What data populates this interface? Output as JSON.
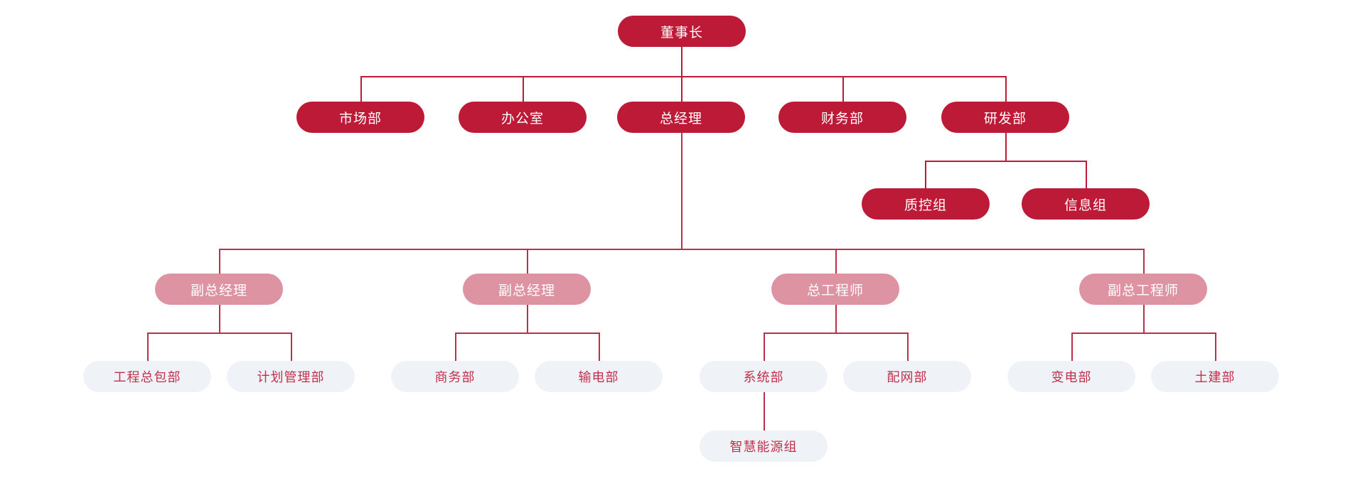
{
  "chart_data": {
    "type": "diagram",
    "title": "",
    "diagram_kind": "organization-chart",
    "orientation": "top-down",
    "colors": {
      "primary_node_fill": "#bd1a37",
      "primary_node_text": "#ffffff",
      "secondary_node_fill": "#de93a2",
      "secondary_node_text": "#ffffff",
      "leaf_node_fill": "#eff3f7",
      "leaf_node_text": "#c0304c",
      "connector": "#bd1a37",
      "background": "#ffffff"
    },
    "levels": [
      {
        "level": 0,
        "style": "primary",
        "nodes": [
          "董事长"
        ]
      },
      {
        "level": 1,
        "style": "primary",
        "nodes": [
          "市场部",
          "办公室",
          "总经理",
          "财务部",
          "研发部"
        ]
      },
      {
        "level": 2,
        "style": "primary",
        "nodes": [
          "质控组",
          "信息组"
        ]
      },
      {
        "level": 3,
        "style": "secondary",
        "nodes": [
          "副总经理",
          "副总经理",
          "总工程师",
          "副总工程师"
        ]
      },
      {
        "level": 4,
        "style": "leaf",
        "nodes": [
          "工程总包部",
          "计划管理部",
          "商务部",
          "输电部",
          "系统部",
          "配网部",
          "变电部",
          "土建部"
        ]
      },
      {
        "level": 5,
        "style": "leaf",
        "nodes": [
          "智慧能源组"
        ]
      }
    ],
    "edges": [
      {
        "from": "董事长",
        "to": "市场部"
      },
      {
        "from": "董事长",
        "to": "办公室"
      },
      {
        "from": "董事长",
        "to": "总经理"
      },
      {
        "from": "董事长",
        "to": "财务部"
      },
      {
        "from": "董事长",
        "to": "研发部"
      },
      {
        "from": "研发部",
        "to": "质控组"
      },
      {
        "from": "研发部",
        "to": "信息组"
      },
      {
        "from": "总经理",
        "to": "副总经理 (1)"
      },
      {
        "from": "总经理",
        "to": "副总经理 (2)"
      },
      {
        "from": "总经理",
        "to": "总工程师"
      },
      {
        "from": "总经理",
        "to": "副总工程师"
      },
      {
        "from": "副总经理 (1)",
        "to": "工程总包部"
      },
      {
        "from": "副总经理 (1)",
        "to": "计划管理部"
      },
      {
        "from": "副总经理 (2)",
        "to": "商务部"
      },
      {
        "from": "副总经理 (2)",
        "to": "输电部"
      },
      {
        "from": "总工程师",
        "to": "系统部"
      },
      {
        "from": "总工程师",
        "to": "配网部"
      },
      {
        "from": "副总工程师",
        "to": "变电部"
      },
      {
        "from": "副总工程师",
        "to": "土建部"
      },
      {
        "from": "系统部",
        "to": "智慧能源组"
      }
    ]
  },
  "nodes": {
    "chairman": "董事长",
    "marketing_dept": "市场部",
    "office": "办公室",
    "general_manager": "总经理",
    "finance_dept": "财务部",
    "rd_dept": "研发部",
    "qc_group": "质控组",
    "info_group": "信息组",
    "deputy_gm_1": "副总经理",
    "deputy_gm_2": "副总经理",
    "chief_engineer": "总工程师",
    "deputy_chief_engineer": "副总工程师",
    "epc_dept": "工程总包部",
    "planning_dept": "计划管理部",
    "business_dept": "商务部",
    "transmission_dept": "输电部",
    "system_dept": "系统部",
    "distribution_dept": "配网部",
    "substation_dept": "变电部",
    "civil_dept": "土建部",
    "smart_energy_group": "智慧能源组"
  }
}
